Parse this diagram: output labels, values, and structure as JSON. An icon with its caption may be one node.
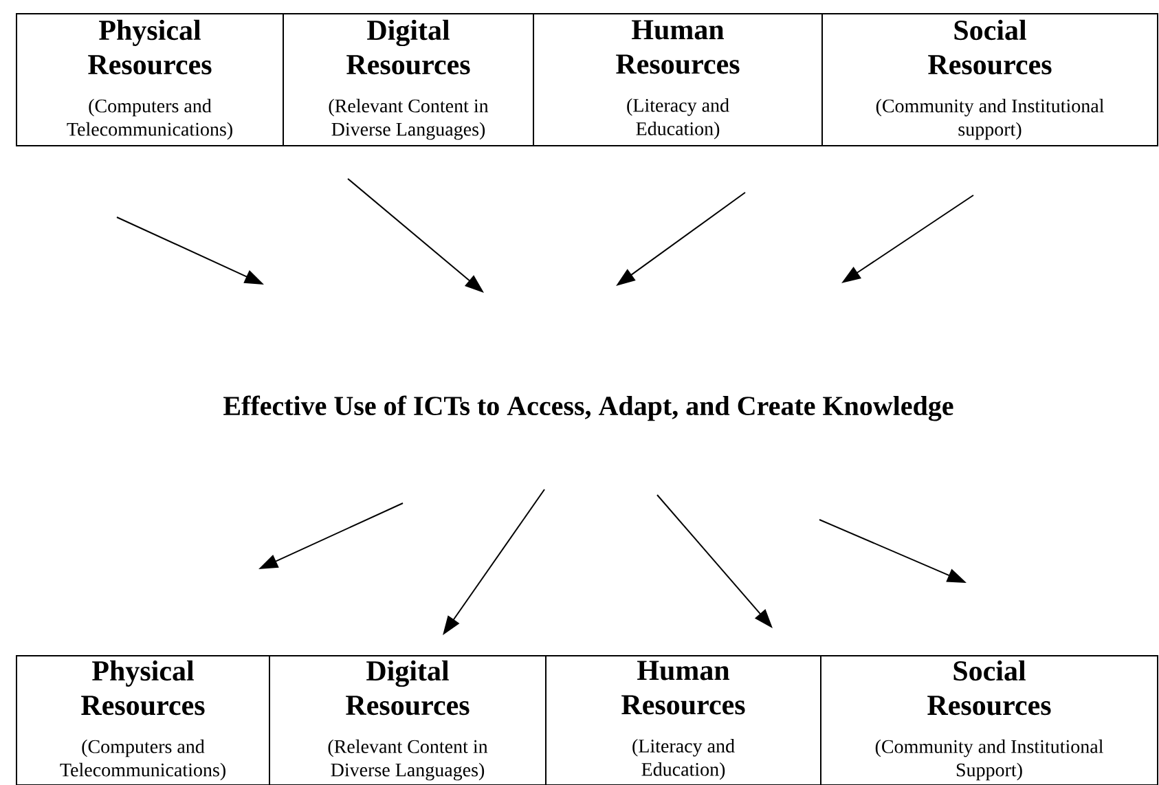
{
  "diagram": {
    "nodes": [
      {
        "text": [
          "Physical Resources",
          "(Computers and Telecommunications)"
        ]
      },
      {
        "text": [
          "Digital Resources",
          "(Relevant Content in Diverse Languages)"
        ]
      },
      {
        "text": [
          "Human Resources",
          "(Literacy and Education)"
        ]
      },
      {
        "text": [
          "Social Resources",
          "(Community and Institutional support)"
        ]
      },
      {
        "text": [
          "Effective Use of ICTs to Access, Adapt, and Create Knowledge"
        ]
      },
      {
        "text": [
          "Physical Resources",
          "(Computers and Telecommunications)"
        ]
      },
      {
        "text": [
          "Digital Resources",
          "(Relevant Content in Diverse Languages)"
        ]
      },
      {
        "text": [
          "Human Resources",
          "(Literacy and Education)"
        ]
      },
      {
        "text": [
          "Social Resources",
          "(Community and Institutional Support)"
        ]
      }
    ]
  }
}
